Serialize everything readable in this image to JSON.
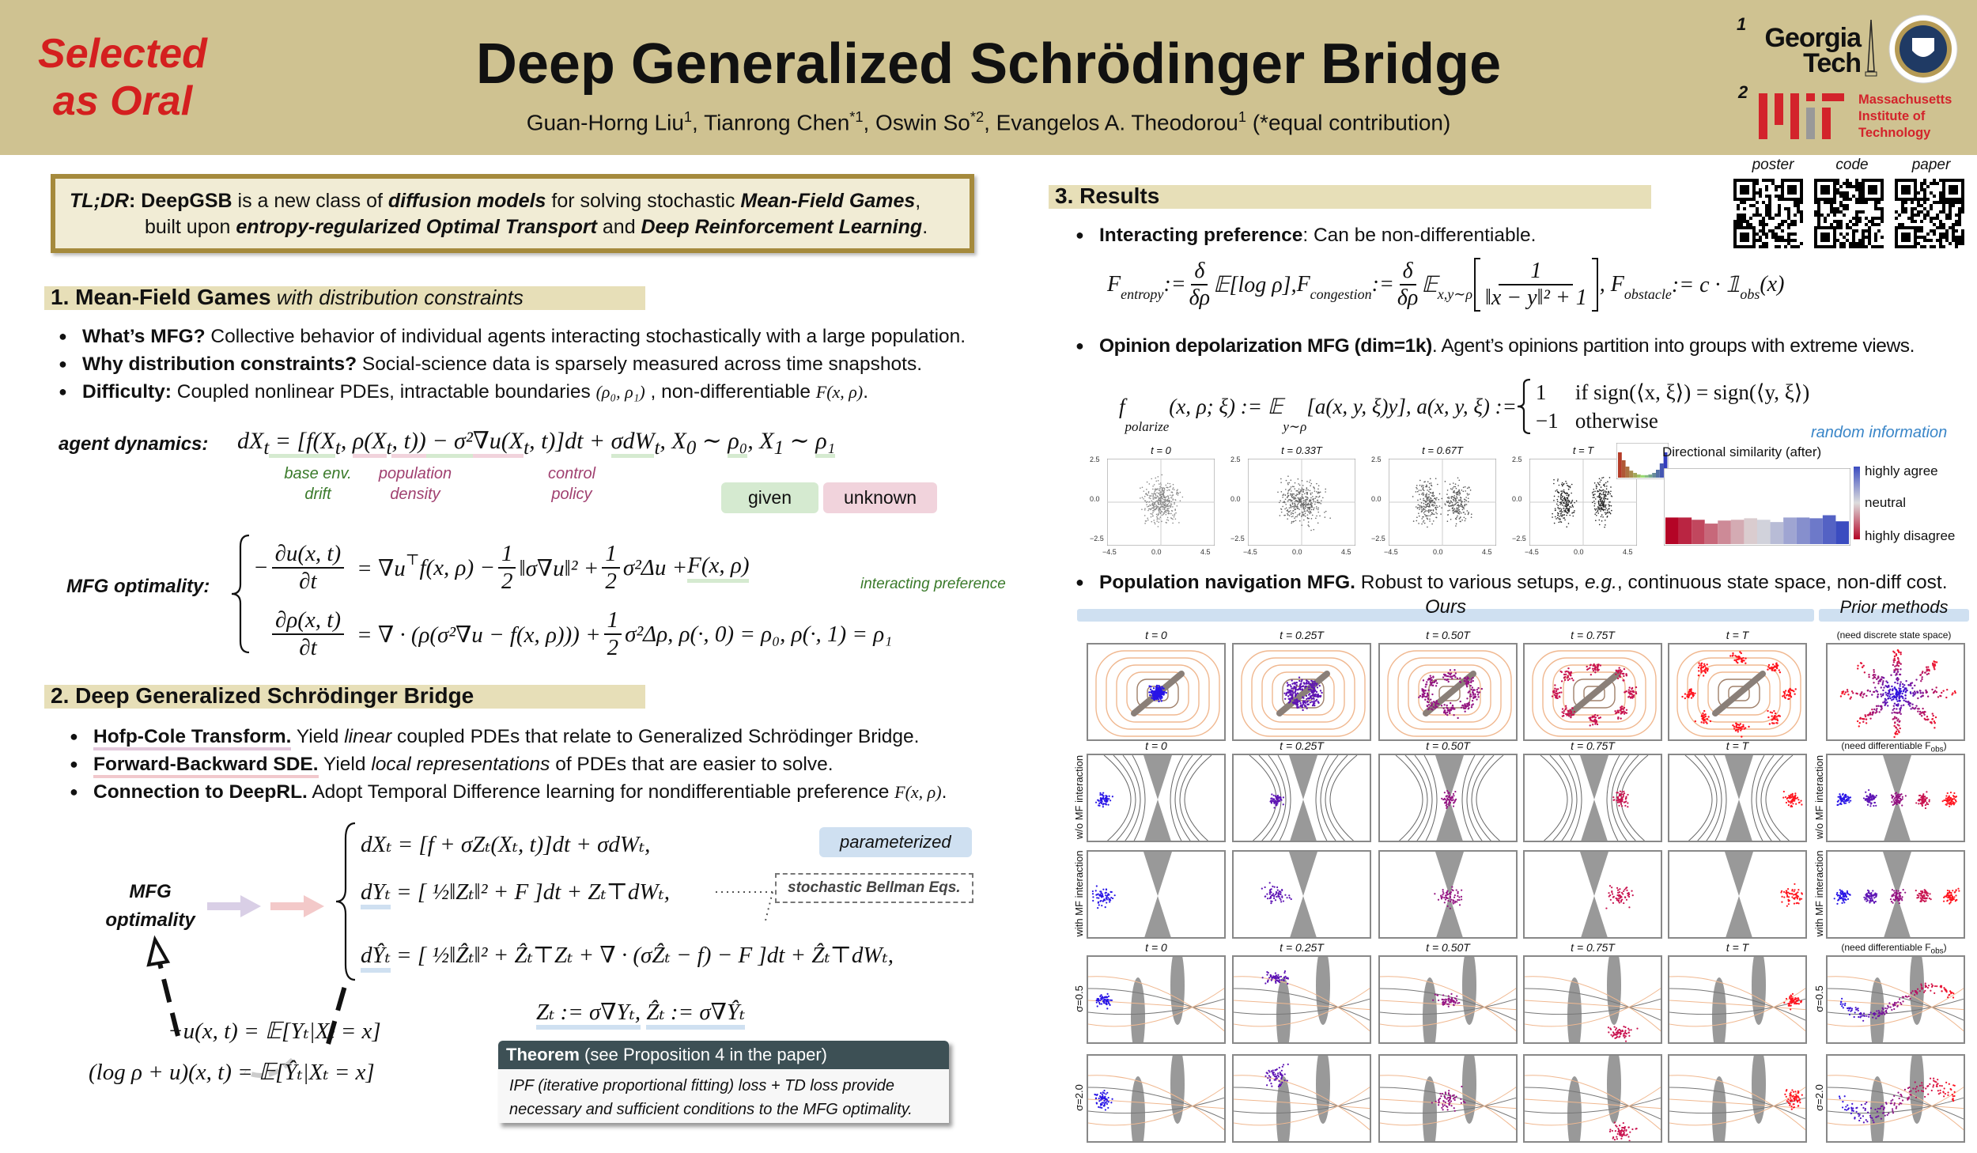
{
  "header": {
    "badge_line1": "Selected",
    "badge_line2": "as Oral",
    "title": "Deep Generalized Schrödinger Bridge",
    "authors": [
      {
        "name": "Guan-Horng Liu",
        "sup": "1"
      },
      {
        "name": ", Tianrong Chen",
        "sup": "*1"
      },
      {
        "name": ", Oswin So",
        "sup": "*2"
      },
      {
        "name": ", Evangelos A. Theodorou",
        "sup": "1"
      }
    ],
    "note": " (*equal contribution)",
    "aff1_num": "1",
    "aff1_line1": "Georgia",
    "aff1_line2": "Tech",
    "aff2_num": "2",
    "aff2_line1": "Massachusetts",
    "aff2_line2": "Institute of",
    "aff2_line3": "Technology"
  },
  "qr": {
    "labels": [
      "poster",
      "code",
      "paper"
    ]
  },
  "tldr": {
    "lead": "TL;DR",
    "sep": ": ",
    "name": "DeepGSB",
    "t1": " is a new class of ",
    "b1": "diffusion models",
    "t2": " for solving stochastic ",
    "b2": "Mean-Field Games",
    "t3": ",",
    "line2a": "built upon ",
    "b3": "entropy-regularized Optimal Transport",
    "t4": " and ",
    "b4": "Deep Reinforcement Learning",
    "t5": "."
  },
  "section1": {
    "title": "1. Mean-Field Games",
    "subtitle": " with distribution constraints",
    "bullets": [
      {
        "bold": "What’s MFG?",
        "text": " Collective behavior of individual agents interacting stochastically with a large population."
      },
      {
        "bold": "Why distribution constraints?",
        "text": " Social-science data is sparsely measured across time snapshots."
      },
      {
        "bold": "Difficulty:",
        "text": " Coupled nonlinear PDEs, intractable boundaries ",
        "math": "(ρ₀, ρ₁)",
        "text2": " , non-differentiable ",
        "math2": "F(x, ρ)",
        "text3": "."
      }
    ],
    "agent_label": "agent dynamics:",
    "agent_eq": {
      "a": "dX",
      "b": "t",
      "c": " = [f(X",
      "d": "t",
      "e": ", ",
      "rho": "ρ(X",
      "f": "t",
      "g": ", t))",
      "h": " − σ²",
      "u": "∇u(X",
      "i": "t",
      "j": ", t)]dt + ",
      "sw": "σdW",
      "k": "t",
      "l": ", X",
      "m": "0",
      "n": " ∼ ",
      "r0": "ρ₀",
      "o": ", X",
      "p": "1",
      "q": " ∼ ",
      "r1": "ρ₁"
    },
    "annot": {
      "drift1": "base env.",
      "drift2": "drift",
      "dens1": "population",
      "dens2": "density",
      "pol1": "control",
      "pol2": "policy"
    },
    "given": "given",
    "unknown": "unknown",
    "mfg_label": "MFG optimality:",
    "eq1": {
      "lhs_n": "∂u(x, t)",
      "lhs_d": "∂t",
      "neg": "−",
      "r1": "= ∇u",
      "sup": "⊤",
      "r2": "f(x, ρ) − ",
      "h": "1",
      "h2": "2",
      "r3": "‖σ∇u‖² + ",
      "r4": "σ²Δu + ",
      "F": "F(x, ρ)"
    },
    "eq2": {
      "lhs_n": "∂ρ(x, t)",
      "lhs_d": "∂t",
      "r1": "= ∇ · (ρ(σ²∇u − f(x, ρ))) + ",
      "h": "1",
      "h2": "2",
      "r2": "σ²Δρ, ρ(·, 0) = ρ₀, ρ(·, 1) = ρ₁"
    },
    "interacting": "interacting preference"
  },
  "section2": {
    "title": "2. Deep Generalized Schrödinger Bridge",
    "bullets": [
      {
        "bold": "Hofp-Cole Transform.",
        "t1": " Yield ",
        "it": "linear",
        "t2": " coupled PDEs that relate to Generalized Schrödinger Bridge."
      },
      {
        "bold": "Forward-Backward SDE.",
        "t1": " Yield ",
        "it": "local representations",
        "t2": " of PDEs that are easier to solve."
      },
      {
        "bold": "Connection to DeepRL.",
        "t1": " Adopt Temporal Difference learning for nondifferentiable preference ",
        "it": "F(x, ρ)",
        "t2": "."
      }
    ],
    "mfg1": "MFG",
    "mfg2": "optimality",
    "fb1": "dXₜ = [f + σZₜ(Xₜ, t)]dt + σdWₜ,",
    "fb2a": "dYₜ",
    "fb2b": " = [ ½‖Zₜ‖² + F ]dt + Zₜ⊤dWₜ,",
    "fb3a": "dŶₜ",
    "fb3b": " = [ ½‖Ẑₜ‖² + Ẑₜ⊤Zₜ + ∇ · (σẐₜ − f) − F ]dt + Ẑₜ⊤dWₜ,",
    "param": "parameterized",
    "bellman": "stochastic Bellman Eqs.",
    "zdef1": "Zₜ := σ∇Yₜ,",
    "zdef2": "Ẑₜ := σ∇Ŷₜ",
    "rel1": "−u(x, t) = 𝔼[Yₜ|Xₜ = x]",
    "rel2": "(log ρ + u)(x, t) = 𝔼[Ŷₜ|Xₜ = x]",
    "theorem_bold": "Theorem",
    "theorem_rest": " (see Proposition 4 in the paper)",
    "theorem_l1": "IPF (iterative proportional fitting) loss + TD loss provide",
    "theorem_l2": "necessary and sufficient conditions to the MFG optimality."
  },
  "section3": {
    "title": "3. Results",
    "b1_bold": "Interacting preference",
    "b1_text": ": Can be non-differentiable.",
    "f_ent": "F",
    "f_ent_sub": "entropy",
    "f_ent_r": " := ",
    "dd_n": "δ",
    "dd_d": "δρ",
    "f_ent_e": "𝔼[log ρ], ",
    "f_con": "F",
    "f_con_sub": "congestion",
    "f_con_e": "𝔼",
    "f_con_esub": "x,y∼ρ",
    "f_con_n": "1",
    "f_con_d": "‖x − y‖² + 1",
    "f_obs": ", F",
    "f_obs_sub": "obstacle",
    "f_obs_r": " := c · 𝟙",
    "f_obs_r2": "obs",
    "f_obs_r3": "(x)",
    "b2_bold": "Opinion depolarization MFG (dim=1k)",
    "b2_text": ". Agent’s opinions partition into groups with extreme views.",
    "pol": "f",
    "pol_sub": "polarize",
    "pol_r": "(x, ρ; ξ) := 𝔼",
    "pol_esub": "y∼ρ",
    "pol_r2": "[a(x, y, ξ)y],  a(x, y, ξ) := ",
    "case1a": "1",
    "case1b": "if sign(⟨x, ξ⟩) = sign(⟨y, ξ⟩)",
    "case2a": "−1",
    "case2b": "otherwise",
    "random_info": "random information",
    "b3_bold": "Population navigation MFG.",
    "b3_t1": " Robust to various setups, ",
    "b3_it": "e.g.",
    "b3_t2": ", continuous state space, non-diff cost.",
    "ours": "Ours",
    "prior": "Prior methods"
  },
  "opinion_plots": {
    "titles": [
      "t = 0",
      "t = 0.33T",
      "t = 0.67T",
      "t = T"
    ],
    "yticks": [
      "2.5",
      "0.0",
      "−2.5"
    ],
    "xticks": [
      "−4.5",
      "0.0",
      "4.5"
    ],
    "hist_title": "Directional similarity (after)",
    "legend": [
      "highly agree",
      "neutral",
      "highly disagree"
    ],
    "hist_values": [
      0.35,
      0.35,
      0.32,
      0.27,
      0.31,
      0.32,
      0.34,
      0.32,
      0.29,
      0.35,
      0.35,
      0.34,
      0.38,
      0.3
    ]
  },
  "nav_grid": {
    "time_labels": [
      "t = 0",
      "t = 0.25T",
      "t = 0.50T",
      "t = 0.75T",
      "t = T"
    ],
    "prior_notes": [
      "(need discrete state space)",
      "(need differentiable F",
      "obs",
      ")"
    ],
    "row_labels": [
      "w/o MF interaction",
      "with MF interaction",
      "σ=0.5",
      "σ=2.0"
    ]
  },
  "colors": {
    "header_bg": "#cfc291",
    "oral_red": "#d41f1f",
    "section_bg": "#e7dfb8",
    "given_bg": "#d5ead0",
    "unknown_bg": "#f1d3dc",
    "param_bg": "#cfe0f1",
    "theorem_head": "#3d5055",
    "mit_red": "#d3232b"
  }
}
